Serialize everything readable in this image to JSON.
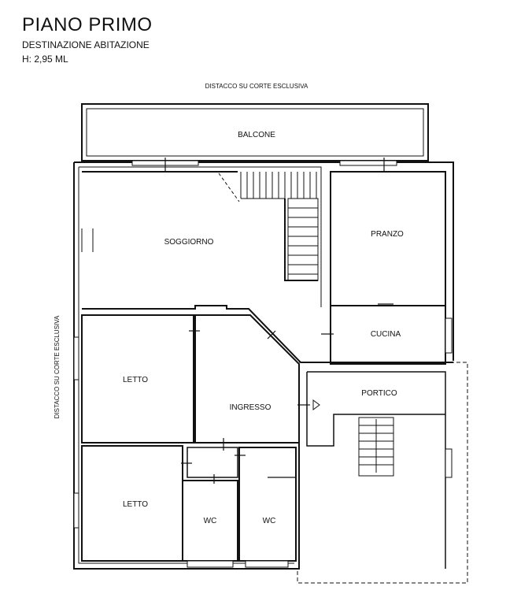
{
  "header": {
    "title": "PIANO PRIMO",
    "destination": "DESTINAZIONE ABITAZIONE",
    "height": "H: 2,95 ML"
  },
  "plan": {
    "top_note": "DISTACCO SU CORTE ESCLUSIVA",
    "side_note": "DISTACCO SU CORTE ESCLUSIVA",
    "rooms": {
      "balcone": "BALCONE",
      "soggiorno": "SOGGIORNO",
      "pranzo": "PRANZO",
      "cucina": "CUCINA",
      "portico": "PORTICO",
      "letto_1": "LETTO",
      "ingresso": "INGRESSO",
      "letto_2": "LETTO",
      "wc_1": "WC",
      "wc_2": "WC"
    }
  }
}
